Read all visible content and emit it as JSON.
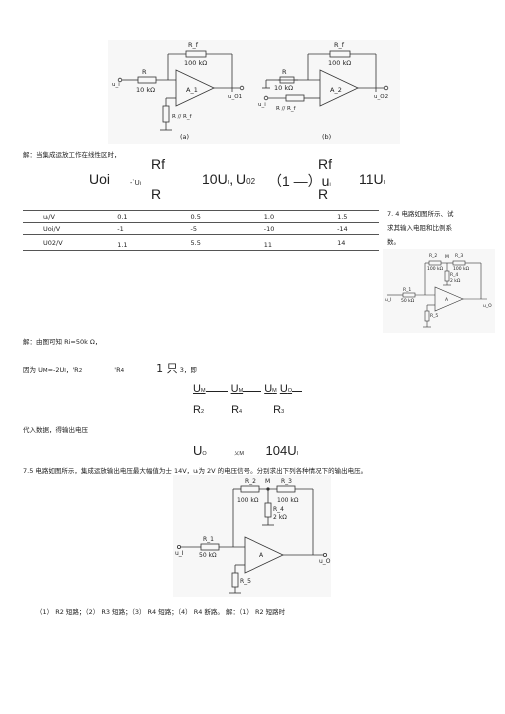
{
  "fig1": {
    "a": {
      "rf": "R_f",
      "rf_value": "100 kΩ",
      "r": "R",
      "r_value": "10 kΩ",
      "amp": "A_1",
      "in": "u_i",
      "out": "u_O1",
      "rbal": "R // R_f",
      "caption": "(a)"
    },
    "b": {
      "rf": "R_f",
      "rf_value": "100 kΩ",
      "r": "R",
      "r_value": "10 kΩ",
      "amp": "A_2",
      "in": "u_i",
      "out": "u_O2",
      "rbal": "R // R_f",
      "caption": "(b)"
    }
  },
  "sol1": {
    "line": "解：当集成运放工作在线性区时，",
    "f1_num": "Rf",
    "f1_left": "Uoi",
    "f1_mid": "-`U",
    "f1_mid_sub": "i",
    "f1_den": "R",
    "f1_res": "10U",
    "f1_res_sub": "I",
    "f2_left": "U",
    "f2_left_sub": "02",
    "f2_paren": "（1 —）u",
    "f2_paren_sub": "i",
    "f2_num": "Rf",
    "f2_den": "R",
    "f2_res": "11U",
    "f2_res_sub": "I"
  },
  "table": {
    "rows": [
      {
        "label": "uᵢ/V",
        "values": [
          "0.1",
          "0.5",
          "1.0",
          "1.5"
        ]
      },
      {
        "label": "Uoi/V",
        "values": [
          "-1",
          "-5",
          "-10",
          "-14"
        ]
      },
      {
        "label": "U02/V",
        "values": [
          "1.1",
          "5.5",
          "11",
          "14"
        ]
      }
    ]
  },
  "q74": {
    "l1": "7.  4 电路如图所示、试",
    "l2": "求其输入电阻和比例系",
    "l3": "数。"
  },
  "fig2": {
    "r2": "R_2",
    "r2v": "100 kΩ",
    "m": "M",
    "r3": "R_3",
    "r3v": "100 kΩ",
    "r4": "R_4",
    "r4v": "2 kΩ",
    "r1": "R_1",
    "r1v": "50 kΩ",
    "amp": "A",
    "in": "u_I",
    "out": "u_O",
    "r5": "R_5"
  },
  "sol2": {
    "l1": "解：由图可知  Ri=50k Ω，",
    "l2a": "因为  U",
    "l2a_sub": "M",
    "l2b": "=-2U",
    "l2b_sub": "I",
    "l2c": "，'R",
    "l2c_sub": "2",
    "l2d": "'R",
    "l2d_sub": "4",
    "l2e": "1 只",
    "l2f": "3，即",
    "eq_top": [
      "U",
      "U",
      "U",
      "U"
    ],
    "eq_top_subs": [
      "M",
      "M",
      "M",
      "O"
    ],
    "eq_bot": [
      "R",
      "R",
      "R"
    ],
    "eq_bot_subs": [
      "2",
      "4",
      "3"
    ],
    "l3": "代入数据，得输出电压",
    "out_u": "U",
    "out_u_sub": "O",
    "out_mid": "乂",
    "out_mid_sub": "M",
    "out_res": "104U",
    "out_res_sub": "I"
  },
  "q75": {
    "text": "7.5 电路如图所示，集成运放输出电压最大幅值为士          14V，uᵢ为 2V 的电压信号。分别求出下列各种情况下的输出电压。"
  },
  "fig3": {
    "r2": "R_2",
    "r2v": "100 kΩ",
    "m": "M",
    "r3": "R_3",
    "r3v": "100 kΩ",
    "r4": "R_4",
    "r4v": "2 kΩ",
    "r1": "R_1",
    "r1v": "50 kΩ",
    "amp": "A",
    "in": "u_I",
    "out": "u_O",
    "r5": "R_5"
  },
  "q75_cases": {
    "text": "（1）    R2 短路；（2）  R3 短路；（3）  R4 短路；（4）  R4 断路。 解：（1） R2 短路时"
  }
}
